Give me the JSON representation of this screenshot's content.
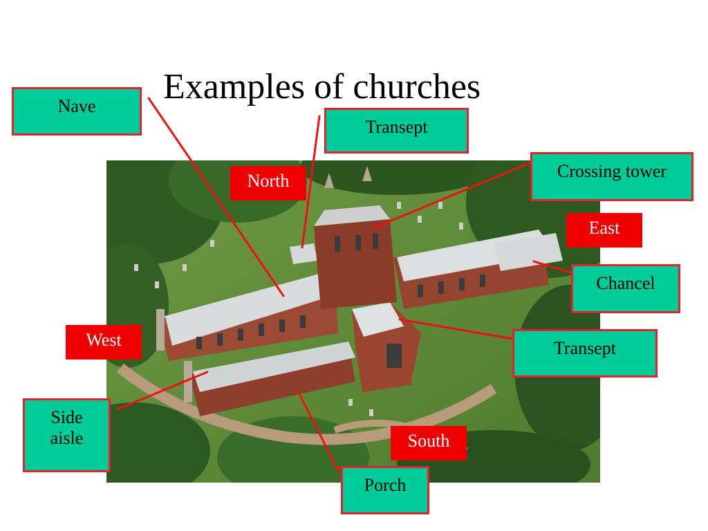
{
  "slide": {
    "title": "Examples of churches"
  },
  "labels": {
    "nave": "Nave",
    "transept_north": "Transept",
    "crossing_tower": "Crossing tower",
    "chancel": "Chancel",
    "transept_south": "Transept",
    "side_aisle_1": "Side",
    "side_aisle_2": "aisle",
    "porch": "Porch"
  },
  "directions": {
    "north": "North",
    "east": "East",
    "west": "West",
    "south": "South"
  },
  "colors": {
    "label_fill": "#00cc99",
    "label_border": "#e8202a",
    "direction_fill": "#f00000",
    "leader_line": "#ee1111"
  }
}
